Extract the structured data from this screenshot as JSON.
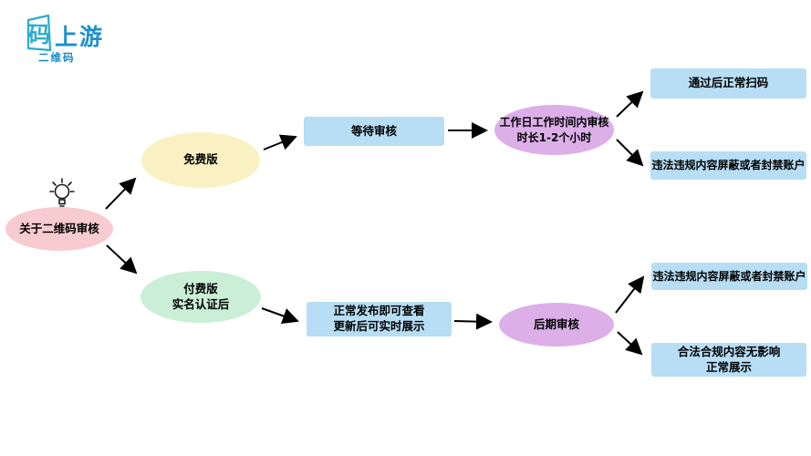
{
  "logo": {
    "boxed_char": "码",
    "wordmark": "上游",
    "subtitle": "二维码",
    "colors": {
      "box": "#2AACCC",
      "wordmark": "#1E8FCB",
      "subtitle": "#1787C6"
    }
  },
  "icons": {
    "root_hint": "lightbulb-outline-icon"
  },
  "colors": {
    "background": "#FFFFFF",
    "root_fill": "#F8CBD0",
    "free_fill": "#FAF1C3",
    "paid_fill": "#CBEFD6",
    "process_fill": "#B7DEF5",
    "review_fill": "#DCAFE9",
    "arrow": "#000000",
    "text": "#000000"
  },
  "nodes": {
    "root": {
      "label": "关于二维码审核"
    },
    "free": {
      "label": "免费版"
    },
    "wait": {
      "label": "等待审核"
    },
    "review_window": {
      "lines": [
        "工作日工作时间内审核",
        "时长1-2个小时"
      ]
    },
    "pass": {
      "label": "通过后正常扫码"
    },
    "violation_free": {
      "label": "违法违规内容屏蔽或者封禁账户"
    },
    "paid": {
      "lines": [
        "付费版",
        "实名认证后"
      ]
    },
    "publish": {
      "lines": [
        "正常发布即可查看",
        "更新后可实时展示"
      ]
    },
    "later_review": {
      "label": "后期审核"
    },
    "violation_paid": {
      "label": "违法违规内容屏蔽或者封禁账户"
    },
    "legal": {
      "lines": [
        "合法合规内容无影响",
        "正常展示"
      ]
    }
  }
}
